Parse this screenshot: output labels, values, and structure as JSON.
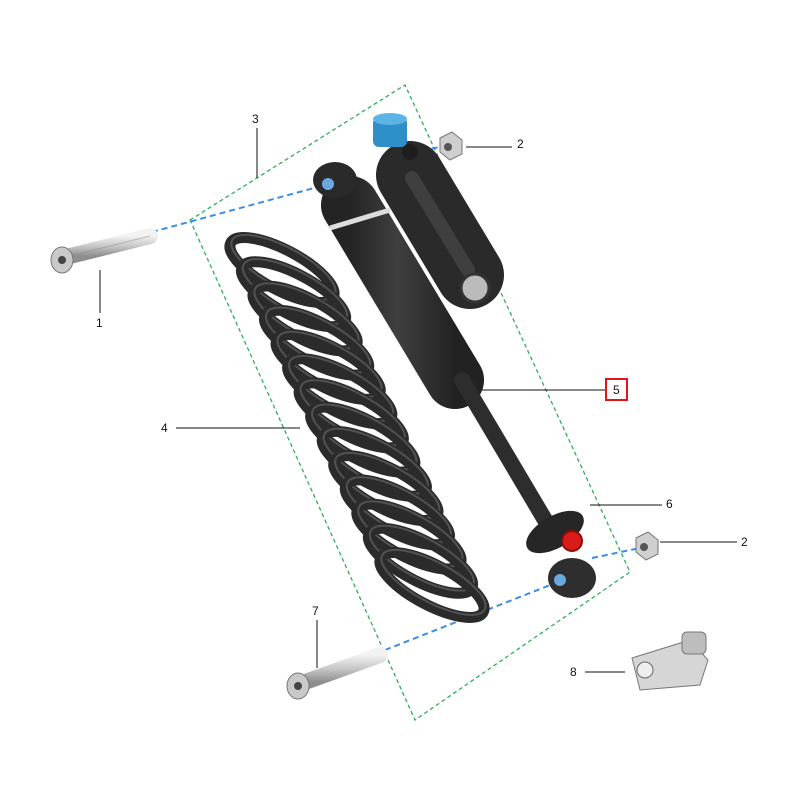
{
  "diagram": {
    "callouts": [
      {
        "id": "1",
        "label": "1"
      },
      {
        "id": "2a",
        "label": "2"
      },
      {
        "id": "3",
        "label": "3"
      },
      {
        "id": "4",
        "label": "4"
      },
      {
        "id": "5",
        "label": "5",
        "highlighted": true
      },
      {
        "id": "6",
        "label": "6"
      },
      {
        "id": "2b",
        "label": "2"
      },
      {
        "id": "7",
        "label": "7"
      },
      {
        "id": "8",
        "label": "8"
      }
    ],
    "colors": {
      "assembly_outline": "#2fae5a",
      "alignment_lines": "#3a8ee6",
      "highlight_box": "#e0161b",
      "part_dark": "#2b2b2b",
      "reservoir_cap": "#2f8fc8",
      "adjuster_knob": "#d91b1b"
    },
    "spring_coils": 14
  }
}
